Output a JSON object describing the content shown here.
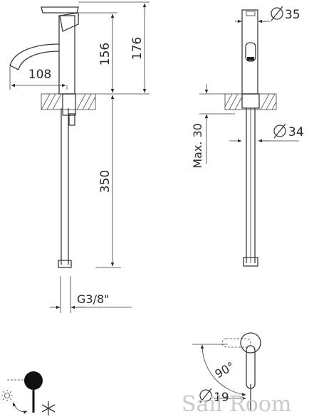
{
  "labels": {
    "dim_156": "156",
    "dim_176": "176",
    "dim_108": "108",
    "dim_350": "350",
    "dim_thread": "G3/8\"",
    "dim_d35": "35",
    "dim_d34": "34",
    "dim_max30": "Max. 30",
    "dim_angle": "90°",
    "dim_d19": "19",
    "watermark": "Sail Room"
  },
  "colors": {
    "line": "#3a3a3a",
    "text": "#2b2b2b",
    "knob": "#111111",
    "watermark": "#c9c9c9"
  },
  "icons": {
    "hot": "sun-icon",
    "cold": "snowflake-icon",
    "diameter": "diameter-symbol-icon"
  }
}
